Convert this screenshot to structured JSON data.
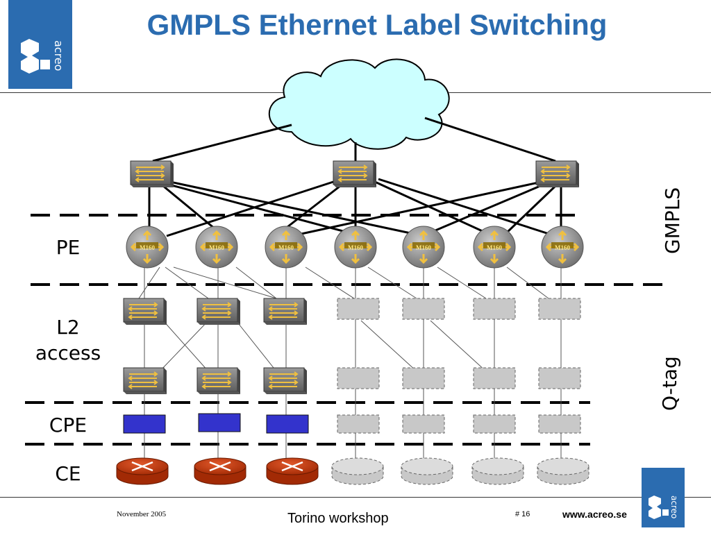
{
  "header": {
    "title": "GMPLS Ethernet Label Switching"
  },
  "logo": {
    "text": "acreo"
  },
  "layers": {
    "pe": "PE",
    "l2_line1": "L2",
    "l2_line2": "access",
    "cpe": "CPE",
    "ce": "CE",
    "gmpls": "GMPLS",
    "qtag": "Q-tag"
  },
  "router_label": "M160",
  "footer": {
    "date": "November 2005",
    "event": "Torino workshop",
    "page": "# 16",
    "url": "www.acreo.se"
  },
  "colors": {
    "brand": "#2b6cb0",
    "cloud": "#ccffff",
    "cpe": "#3333cc",
    "ce_router": "#cc3300",
    "switch": "#7a7a7a",
    "placeholder": "#c8c8c8"
  }
}
